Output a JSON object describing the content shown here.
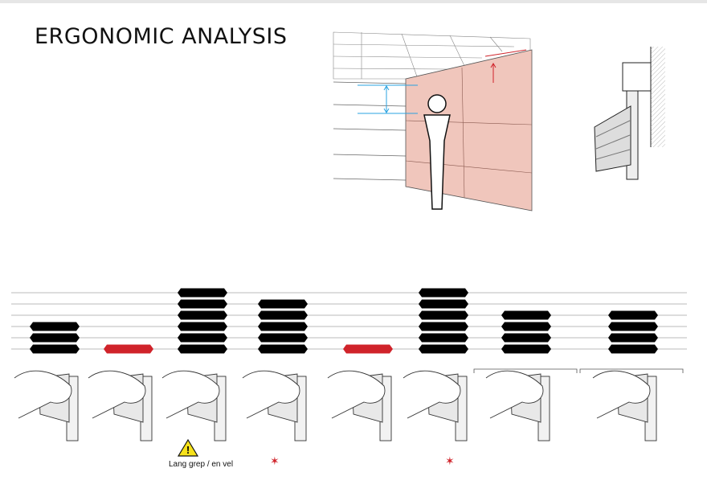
{
  "title": "ERGONOMIC ANALYSIS",
  "warning_label": "Lang grep / en vel",
  "colors": {
    "black_bar": "#000000",
    "red_bar": "#d0232a",
    "panel": "#f0c6bc",
    "measure": "#2aa3e0",
    "arrow_red": "#d0232a"
  },
  "scale_levels": 6,
  "grips": [
    {
      "level": 3,
      "risk": false
    },
    {
      "level": 1,
      "risk": true
    },
    {
      "level": 6,
      "risk": false
    },
    {
      "level": 5,
      "risk": false
    },
    {
      "level": 1,
      "risk": true
    },
    {
      "level": 6,
      "risk": false
    },
    {
      "level": 4,
      "risk": false
    },
    {
      "level": 4,
      "risk": false
    }
  ]
}
